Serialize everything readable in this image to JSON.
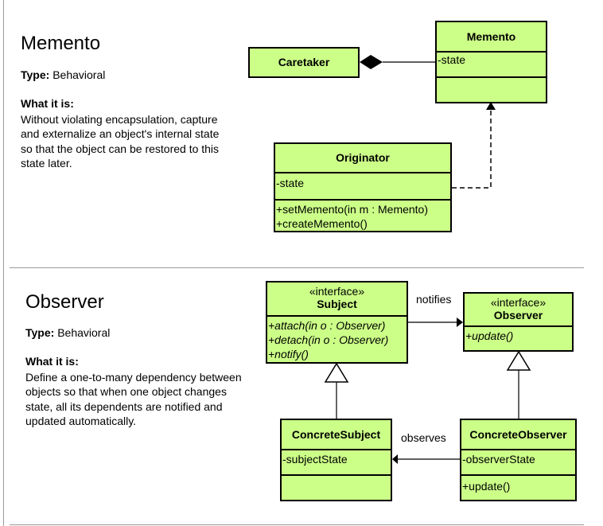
{
  "memento": {
    "title": "Memento",
    "type_label": "Type:",
    "type_value": "Behavioral",
    "what_label": "What it is:",
    "description": [
      "Without violating encapsulation, capture",
      "and externalize an object's internal state",
      "so that the object can be restored to this",
      "state later."
    ],
    "diagram": {
      "caretaker": {
        "name": "Caretaker"
      },
      "memento": {
        "name": "Memento",
        "attributes": [
          "-state"
        ],
        "operations": []
      },
      "originator": {
        "name": "Originator",
        "attributes": [
          "-state"
        ],
        "operations": [
          "+setMemento(in m : Memento)",
          "+createMemento()"
        ]
      }
    }
  },
  "observer": {
    "title": "Observer",
    "type_label": "Type:",
    "type_value": "Behavioral",
    "what_label": "What it is:",
    "description": [
      "Define a one-to-many dependency between",
      "objects so that when one object changes",
      "state, all its dependents are notified and",
      "updated automatically."
    ],
    "diagram": {
      "subject": {
        "stereotype": "«interface»",
        "name": "Subject",
        "operations": [
          "+attach(in o : Observer)",
          "+detach(in o : Observer)",
          "+notify()"
        ]
      },
      "observer": {
        "stereotype": "«interface»",
        "name": "Observer",
        "operations": [
          "+update()"
        ]
      },
      "concrete_subject": {
        "name": "ConcreteSubject",
        "attributes": [
          "-subjectState"
        ],
        "operations": []
      },
      "concrete_observer": {
        "name": "ConcreteObserver",
        "attributes": [
          "-observerState"
        ],
        "operations": [
          "+update()"
        ]
      },
      "notifies_label": "notifies",
      "observes_label": "observes"
    }
  },
  "colors": {
    "class_fill": "#ccff88",
    "line": "#000000",
    "divider": "#9a9a9a"
  }
}
